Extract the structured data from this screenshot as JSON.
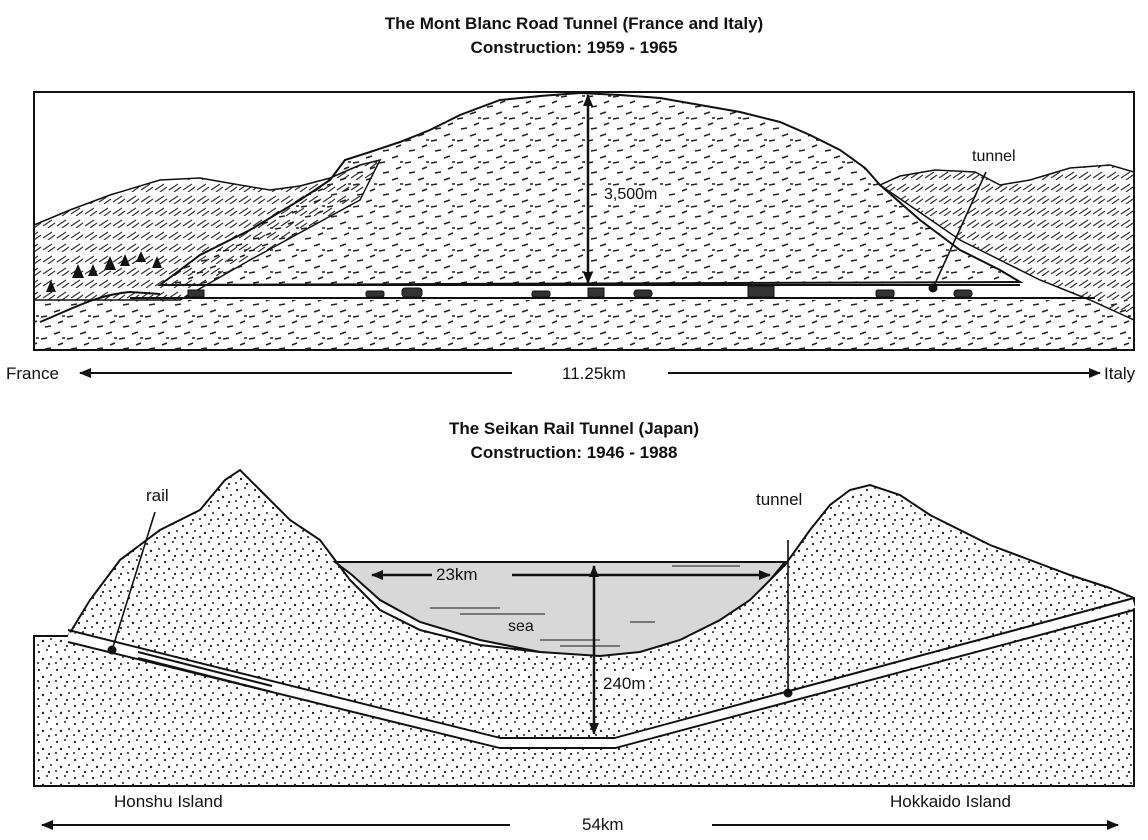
{
  "mont_blanc": {
    "title": "The Mont Blanc Road Tunnel (France and Italy)",
    "construction": "Construction: 1959 - 1965",
    "height_label": "3,500m",
    "tunnel_label": "tunnel",
    "length_label": "11.25km",
    "left_end": "France",
    "right_end": "Italy"
  },
  "seikan": {
    "title": "The Seikan Rail Tunnel (Japan)",
    "construction": "Construction: 1946 - 1988",
    "rail_label": "rail",
    "tunnel_label": "tunnel",
    "sea_width_label": "23km",
    "sea_label": "sea",
    "depth_label": "240m",
    "left_island": "Honshu Island",
    "right_island": "Hokkaido Island",
    "length_label": "54km"
  },
  "colors": {
    "sea": "#d8d8d8",
    "ink": "#111111",
    "background": "#ffffff"
  }
}
